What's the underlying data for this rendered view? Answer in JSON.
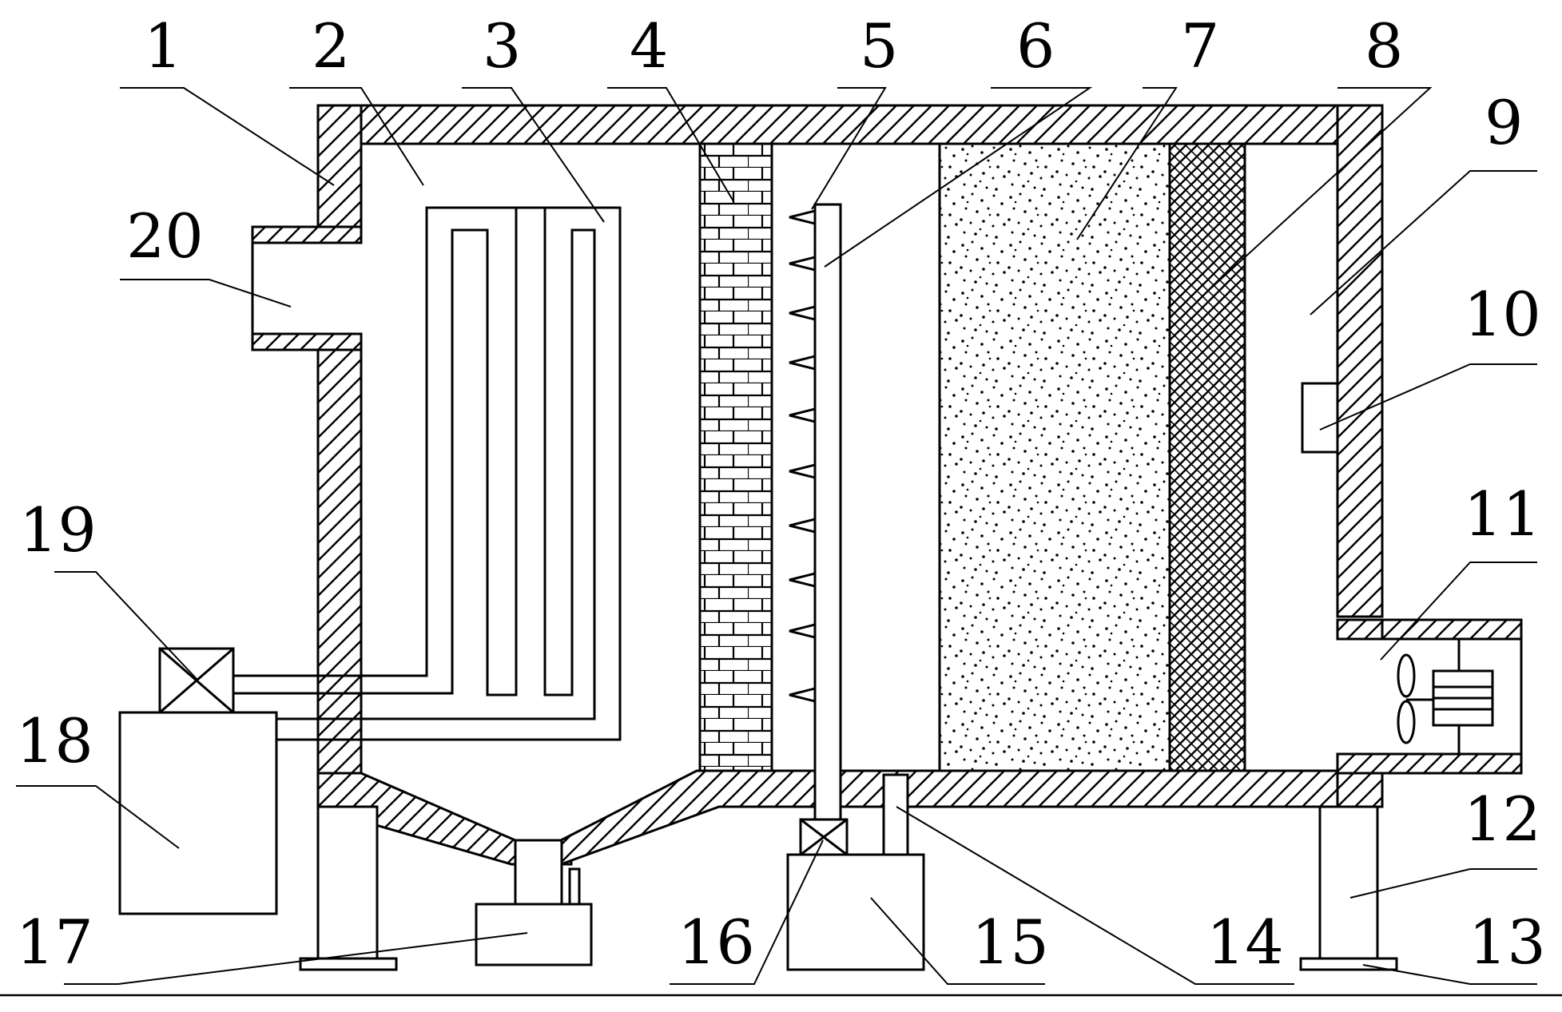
{
  "labels": {
    "l1": "1",
    "l2": "2",
    "l3": "3",
    "l4": "4",
    "l5": "5",
    "l6": "6",
    "l7": "7",
    "l8": "8",
    "l9": "9",
    "l10": "10",
    "l11": "11",
    "l12": "12",
    "l13": "13",
    "l14": "14",
    "l15": "15",
    "l16": "16",
    "l17": "17",
    "l18": "18",
    "l19": "19",
    "l20": "20"
  },
  "colors": {
    "ink": "#000000",
    "paper": "#ffffff"
  }
}
